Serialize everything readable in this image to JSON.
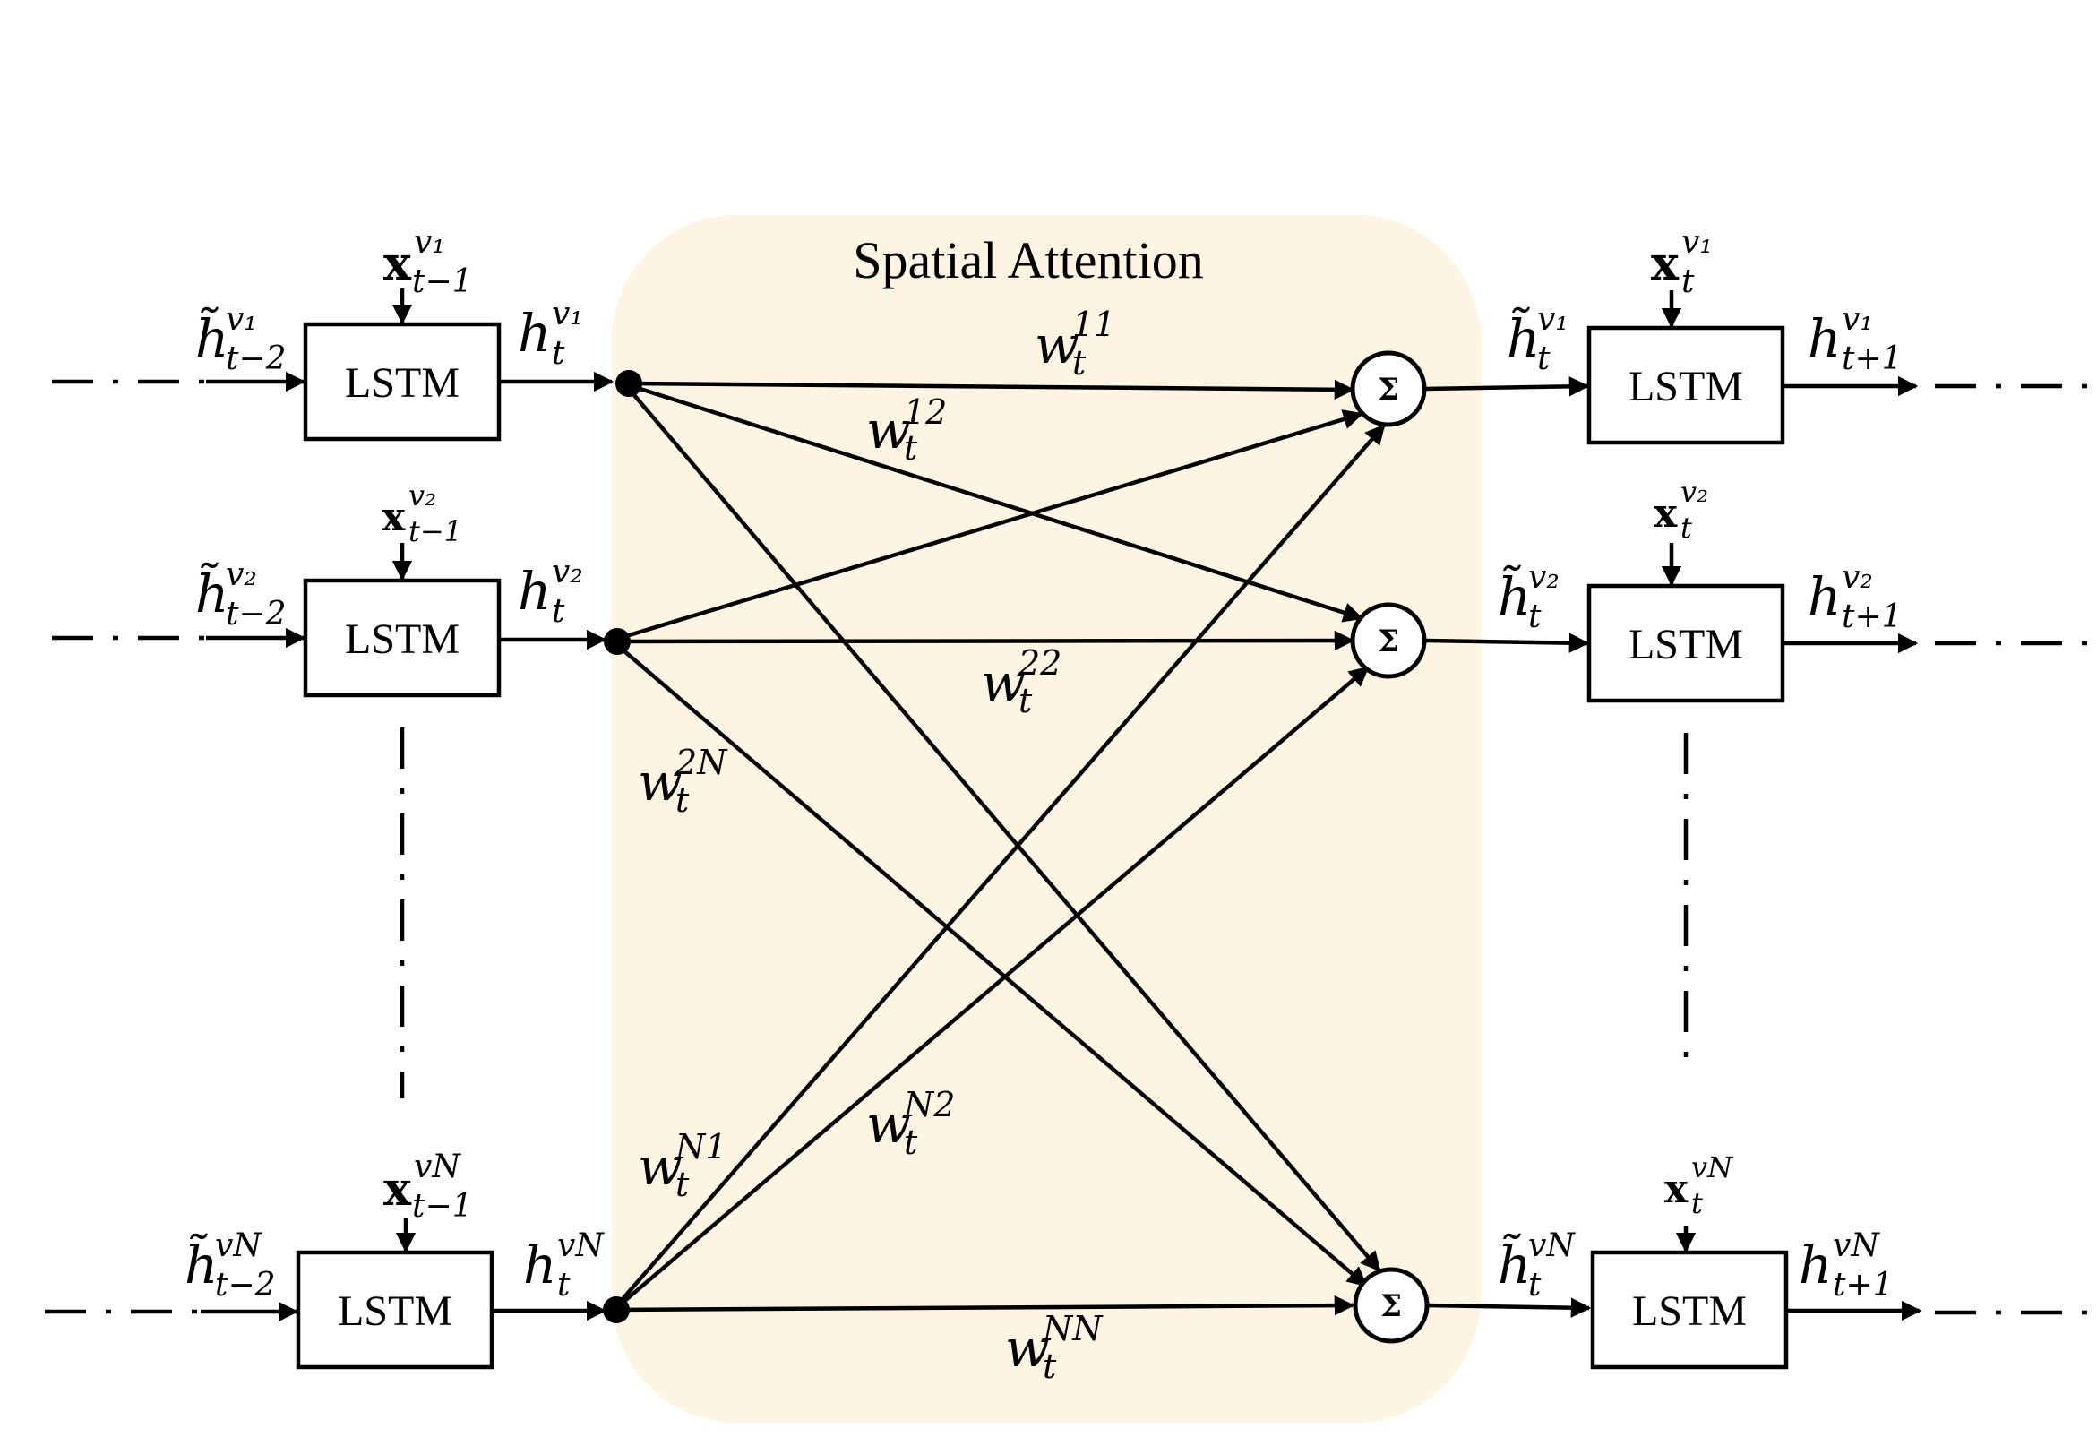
{
  "attention": {
    "title": "Spatial Attention",
    "fill": "#fdf5e1"
  },
  "lstm_label": "LSTM",
  "sum_symbol": "Σ",
  "weights": {
    "w11": {
      "base": "w",
      "sub": "t",
      "sup": "11"
    },
    "w12": {
      "base": "w",
      "sub": "t",
      "sup": "12"
    },
    "w22": {
      "base": "w",
      "sub": "t",
      "sup": "22"
    },
    "w2N": {
      "base": "w",
      "sub": "t",
      "sup": "2N"
    },
    "wN1": {
      "base": "w",
      "sub": "t",
      "sup": "N1"
    },
    "wN2": {
      "base": "w",
      "sub": "t",
      "sup": "N2"
    },
    "wNN": {
      "base": "w",
      "sub": "t",
      "sup": "NN"
    }
  },
  "left_rows": [
    {
      "input": {
        "base": "x",
        "sub": "t−1",
        "sup": "v₁"
      },
      "prev_hidden": {
        "base": "h̃",
        "sub": "t−2",
        "sup": "v₁"
      },
      "output": {
        "base": "h",
        "sub": "t",
        "sup": "v₁"
      }
    },
    {
      "input": {
        "base": "x",
        "sub": "t−1",
        "sup": "v₂"
      },
      "prev_hidden": {
        "base": "h̃",
        "sub": "t−2",
        "sup": "v₂"
      },
      "output": {
        "base": "h",
        "sub": "t",
        "sup": "v₂"
      }
    },
    {
      "input": {
        "base": "x",
        "sub": "t−1",
        "sup": "vN"
      },
      "prev_hidden": {
        "base": "h̃",
        "sub": "t−2",
        "sup": "vN"
      },
      "output": {
        "base": "h",
        "sub": "t",
        "sup": "vN"
      }
    }
  ],
  "right_rows": [
    {
      "input": {
        "base": "x",
        "sub": "t",
        "sup": "v₁"
      },
      "prev_hidden": {
        "base": "h̃",
        "sub": "t",
        "sup": "v₁"
      },
      "output": {
        "base": "h",
        "sub": "t+1",
        "sup": "v₁"
      }
    },
    {
      "input": {
        "base": "x",
        "sub": "t",
        "sup": "v₂"
      },
      "prev_hidden": {
        "base": "h̃",
        "sub": "t",
        "sup": "v₂"
      },
      "output": {
        "base": "h",
        "sub": "t+1",
        "sup": "v₂"
      }
    },
    {
      "input": {
        "base": "x",
        "sub": "t",
        "sup": "vN"
      },
      "prev_hidden": {
        "base": "h̃",
        "sub": "t",
        "sup": "vN"
      },
      "output": {
        "base": "h",
        "sub": "t+1",
        "sup": "vN"
      }
    }
  ]
}
